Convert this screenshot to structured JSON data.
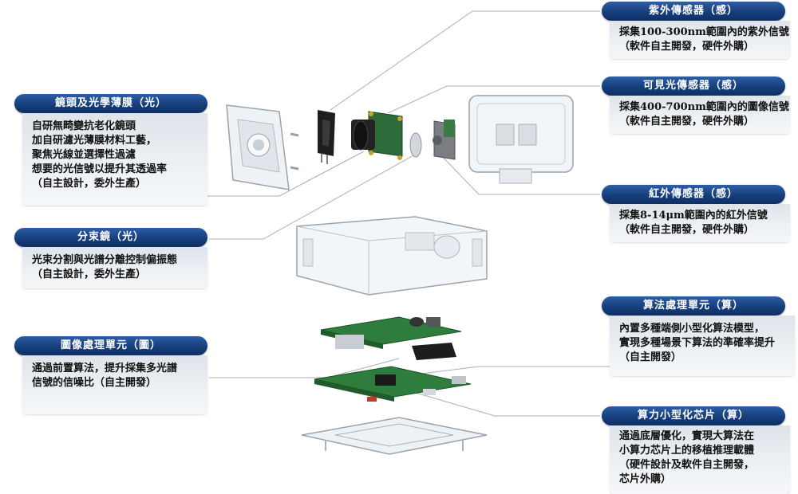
{
  "callouts": {
    "uv_sensor": {
      "title": "紫外傳感器（感）",
      "lines": [
        "採集100-300nm範圍內的紫外信號",
        "（軟件自主開發，硬件外購）"
      ]
    },
    "visible_sensor": {
      "title": "可見光傳感器（感）",
      "lines": [
        "採集400-700nm範圍內的圖像信號",
        "（軟件自主開發，硬件外購）"
      ]
    },
    "ir_sensor": {
      "title": "紅外傳感器（感）",
      "lines": [
        "採集8-14μm範圍內的紅外信號",
        "（軟件自主開發，硬件外購）"
      ]
    },
    "lens_film": {
      "title": "鏡頭及光學薄膜（光）",
      "lines": [
        "自研無畸變抗老化鏡頭",
        "加自研濾光薄膜材料工藝，",
        "聚焦光線並選擇性過濾",
        "想要的光信號以提升其透過率",
        "（自主設計，委外生產）"
      ]
    },
    "beam_splitter": {
      "title": "分束鏡（光）",
      "lines": [
        "光束分割與光譜分離控制偏振態",
        "（自主設計，委外生產）"
      ]
    },
    "image_processing": {
      "title": "圖像處理單元（圖）",
      "lines": [
        "通過前置算法，提升採集多光譜",
        "信號的信噪比（自主開發）"
      ]
    },
    "algorithm_unit": {
      "title": "算法處理單元（算）",
      "lines": [
        "內置多種端側小型化算法模型，",
        "實現多種場景下算法的準確率提升",
        "（自主開發）"
      ]
    },
    "compute_chip": {
      "title": "算力小型化芯片（算）",
      "lines": [
        "通過底層優化，實現大算法在",
        "小算力芯片上的移植推理載體",
        "（硬件設計及軟件自主開發，",
        "芯片外購）"
      ]
    }
  }
}
